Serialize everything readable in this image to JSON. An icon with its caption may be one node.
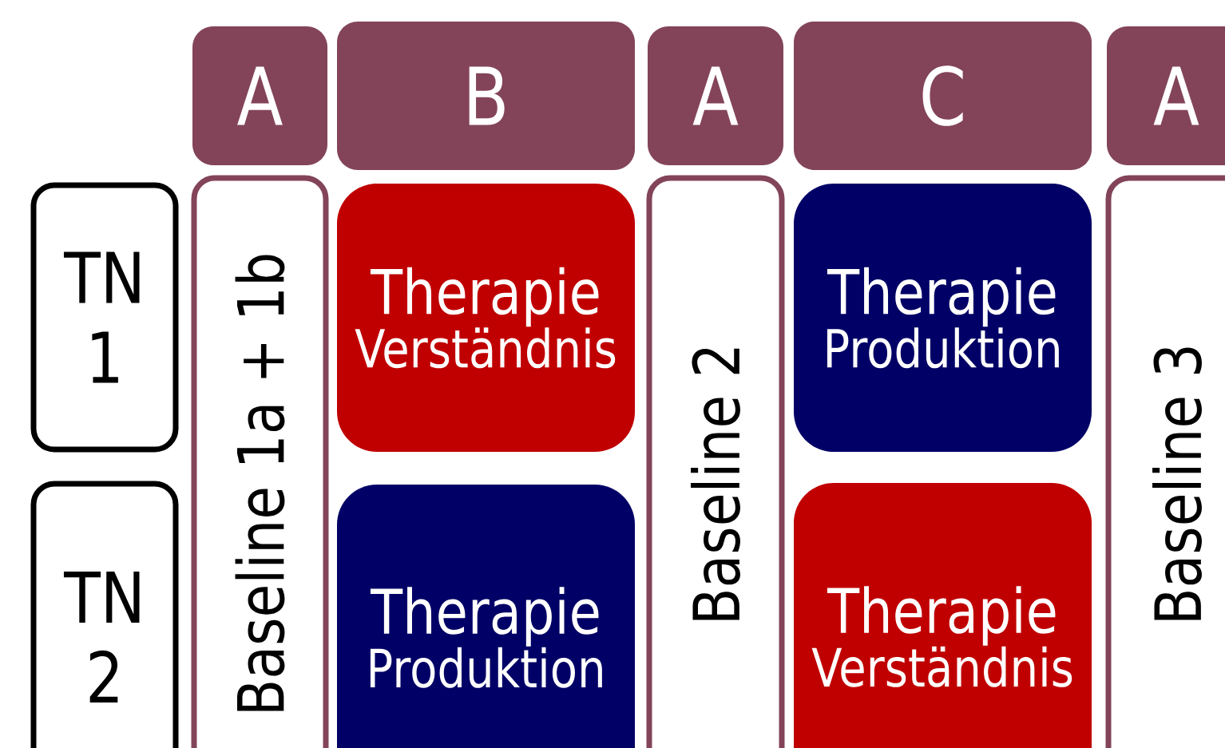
{
  "diagram": {
    "nodes": [
      {
        "text": [
          "A"
        ]
      },
      {
        "text": [
          "B"
        ]
      },
      {
        "text": [
          "A"
        ]
      },
      {
        "text": [
          "C"
        ]
      },
      {
        "text": [
          "A"
        ]
      },
      {
        "text": [
          "TN 1"
        ]
      },
      {
        "text": [
          "TN 2"
        ]
      },
      {
        "text": [
          "Baseline 1a + 1b"
        ]
      },
      {
        "text": [
          "Therapie",
          "Verständnis"
        ]
      },
      {
        "text": [
          "Therapie",
          "Produktion"
        ]
      },
      {
        "text": [
          "Baseline 2"
        ]
      },
      {
        "text": [
          "Therapie",
          "Produktion"
        ]
      },
      {
        "text": [
          "Therapie",
          "Verständnis"
        ]
      },
      {
        "text": [
          "Baseline 3"
        ]
      }
    ]
  }
}
